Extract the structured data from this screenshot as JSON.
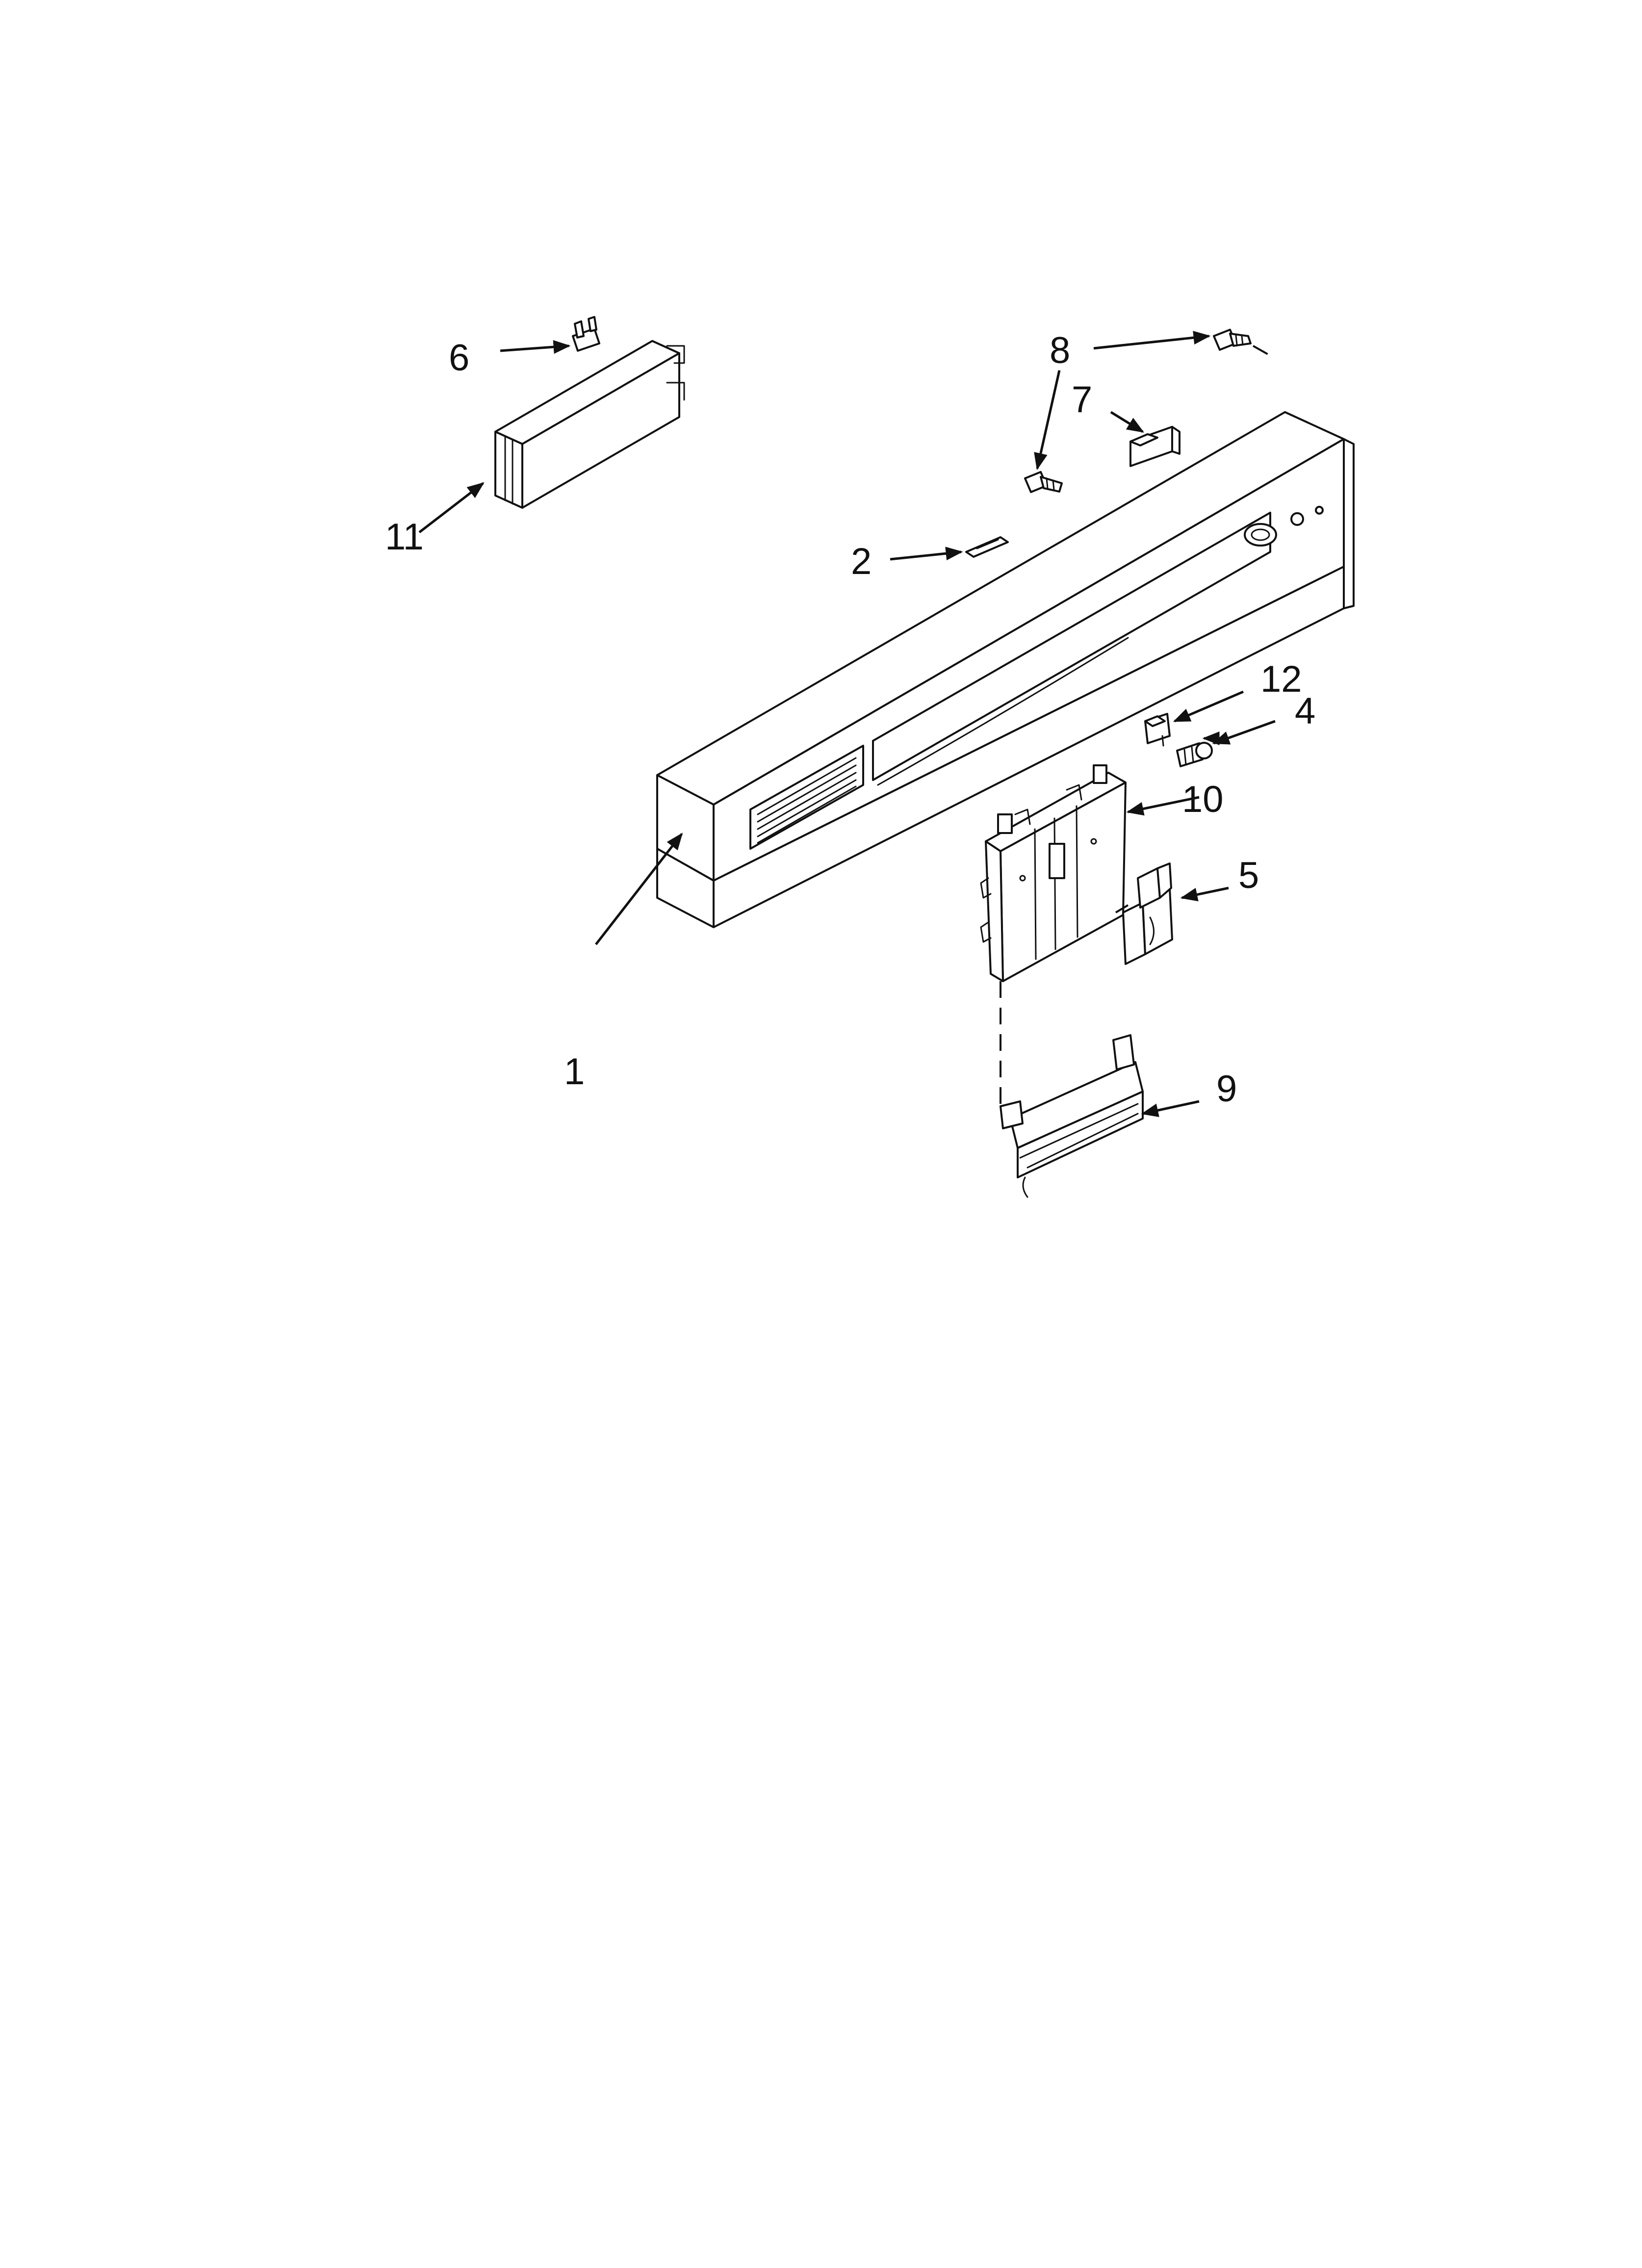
{
  "callouts": {
    "c1": "1",
    "c2": "2",
    "c4": "4",
    "c5": "5",
    "c6": "6",
    "c7": "7",
    "c8": "8",
    "c9": "9",
    "c10": "10",
    "c11": "11",
    "c12": "12"
  },
  "colors": {
    "line": "#111111",
    "background": "#ffffff"
  }
}
